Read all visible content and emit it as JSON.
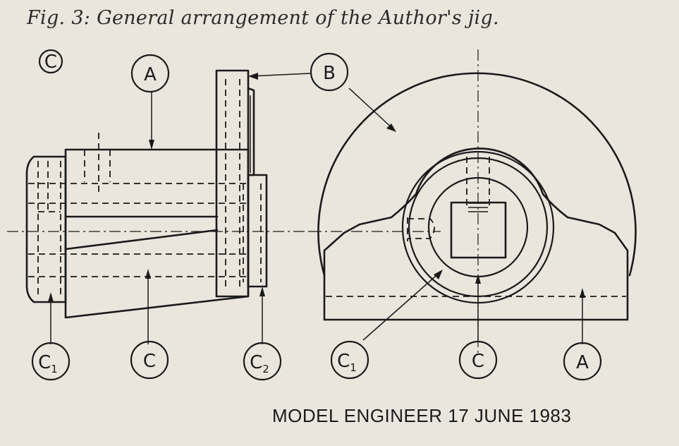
{
  "caption": "Fig. 3: General arrangement of the Author's jig.",
  "footer": "MODEL ENGINEER 17 JUNE 1983",
  "view_marker": "C",
  "labels": {
    "A": "A",
    "B": "B",
    "C": "C",
    "C1": "C",
    "C1_sub": "1",
    "C2": "C",
    "C2_sub": "2"
  }
}
